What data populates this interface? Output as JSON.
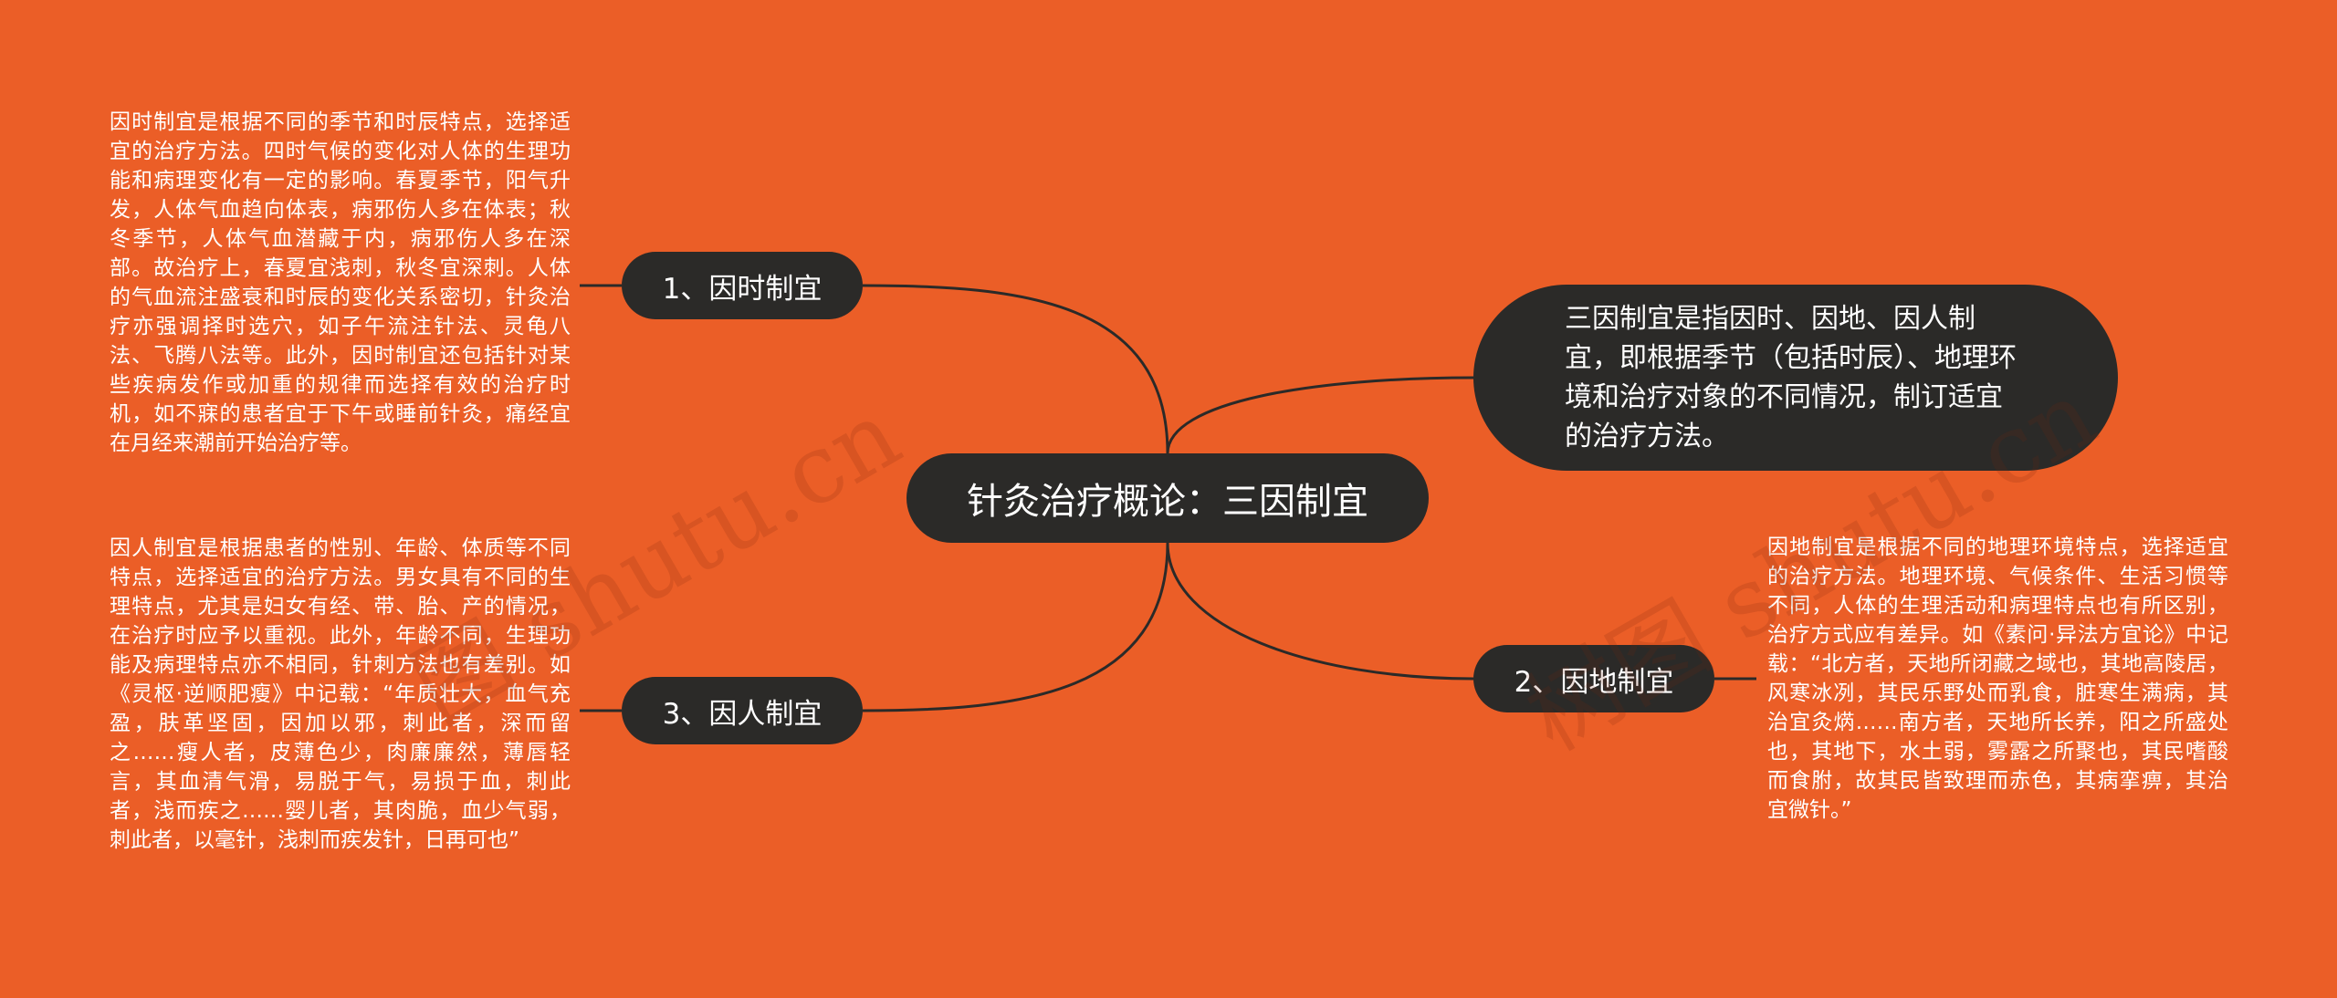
{
  "mindmap": {
    "root": "针灸治疗概论：三因制宜",
    "summary": "三因制宜是指因时、因地、因人制宜，即根据季节（包括时辰）、地理环境和治疗对象的不同情况，制订适宜的治疗方法。",
    "branches": [
      {
        "label": "1、因时制宜",
        "detail": "因时制宜是根据不同的季节和时辰特点，选择适宜的治疗方法。四时气候的变化对人体的生理功能和病理变化有一定的影响。春夏季节，阳气升发，人体气血趋向体表，病邪伤人多在体表；秋冬季节，人体气血潜藏于内，病邪伤人多在深部。故治疗上，春夏宜浅刺，秋冬宜深刺。人体的气血流注盛衰和时辰的变化关系密切，针灸治疗亦强调择时选穴，如子午流注针法、灵龟八法、飞腾八法等。此外，因时制宜还包括针对某些疾病发作或加重的规律而选择有效的治疗时机，如不寐的患者宜于下午或睡前针灸，痛经宜在月经来潮前开始治疗等。"
      },
      {
        "label": "2、因地制宜",
        "detail": "因地制宜是根据不同的地理环境特点，选择适宜的治疗方法。地理环境、气候条件、生活习惯等不同，人体的生理活动和病理特点也有所区别，治疗方式应有差异。如《素问·异法方宜论》中记载：“北方者，天地所闭藏之域也，其地高陵居，风寒冰冽，其民乐野处而乳食，脏寒生满病，其治宜灸焫……南方者，天地所长养，阳之所盛处也，其地下，水土弱，雾露之所聚也，其民嗜酸而食胕，故其民皆致理而赤色，其病挛痹，其治宜微针。”"
      },
      {
        "label": "3、因人制宜",
        "detail": "因人制宜是根据患者的性别、年龄、体质等不同特点，选择适宜的治疗方法。男女具有不同的生理特点，尤其是妇女有经、带、胎、产的情况，在治疗时应予以重视。此外，年龄不同，生理功能及病理特点亦不相同，针刺方法也有差别。如《灵枢·逆顺肥瘦》中记载：“年质壮大，血气充盈，肤革坚固，因加以邪，刺此者，深而留之……瘦人者，皮薄色少，肉廉廉然，薄唇轻言，其血清气滑，易脱于气，易损于血，刺此者，浅而疾之……婴儿者，其肉脆，血少气弱，刺此者，以毫针，浅刺而疾发针，日再可也”"
      }
    ]
  },
  "watermark": {
    "left": "图 shutu.cn",
    "right": "树图 shutu.cn"
  },
  "colors": {
    "background": "#eb5e27",
    "node": "#2b2a28",
    "text": "#ffffff",
    "line": "#2b2a28"
  }
}
